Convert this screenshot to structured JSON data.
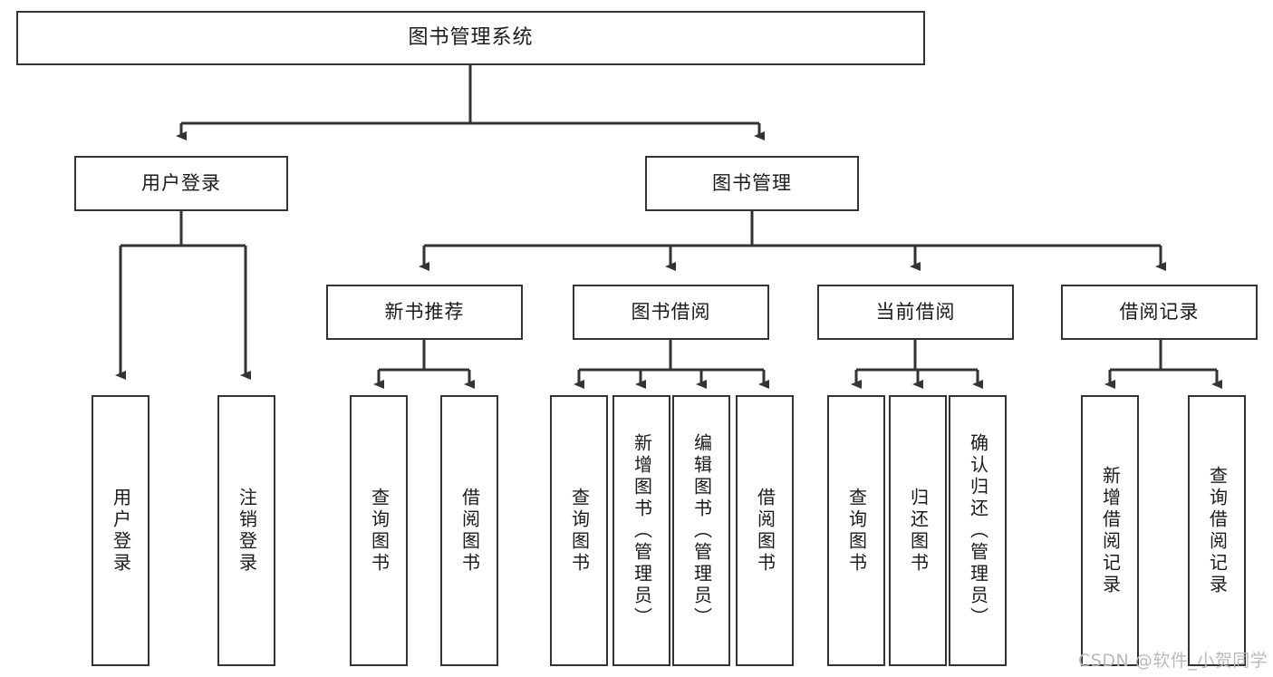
{
  "diagram": {
    "title": "图书管理系统",
    "type": "tree",
    "watermark": "CSDN @软件_小贺同学",
    "colors": {
      "box_border": "#333333",
      "box_fill": "#ffffff",
      "connector": "#333333",
      "text": "#1a1a1a",
      "watermark": "#b9b9b9",
      "background": "#ffffff"
    },
    "nodes": {
      "root": {
        "label": "图书管理系统",
        "level": 0
      },
      "level1": [
        {
          "id": "user-login",
          "label": "用户登录"
        },
        {
          "id": "book-manage",
          "label": "图书管理"
        }
      ],
      "level2": [
        {
          "id": "new-book-recommend",
          "label": "新书推荐",
          "parent": "book-manage"
        },
        {
          "id": "book-borrow",
          "label": "图书借阅",
          "parent": "book-manage"
        },
        {
          "id": "current-borrow",
          "label": "当前借阅",
          "parent": "book-manage"
        },
        {
          "id": "borrow-record",
          "label": "借阅记录",
          "parent": "book-manage"
        }
      ],
      "leaves": [
        {
          "id": "leaf-user-login",
          "label": "用户登录",
          "parent": "user-login"
        },
        {
          "id": "leaf-logout-login",
          "label": "注销登录",
          "parent": "user-login"
        },
        {
          "id": "leaf-query-book-1",
          "label": "查询图书",
          "parent": "new-book-recommend"
        },
        {
          "id": "leaf-borrow-book-1",
          "label": "借阅图书",
          "parent": "new-book-recommend"
        },
        {
          "id": "leaf-query-book-2",
          "label": "查询图书",
          "parent": "book-borrow"
        },
        {
          "id": "leaf-add-book",
          "label": "新增图书（管理员）",
          "parent": "book-borrow"
        },
        {
          "id": "leaf-edit-book",
          "label": "编辑图书（管理员）",
          "parent": "book-borrow"
        },
        {
          "id": "leaf-borrow-book-2",
          "label": "借阅图书",
          "parent": "book-borrow"
        },
        {
          "id": "leaf-query-book-3",
          "label": "查询图书",
          "parent": "current-borrow"
        },
        {
          "id": "leaf-return-book",
          "label": "归还图书",
          "parent": "current-borrow"
        },
        {
          "id": "leaf-confirm-return",
          "label": "确认归还（管理员）",
          "parent": "current-borrow"
        },
        {
          "id": "leaf-add-record",
          "label": "新增借阅记录",
          "parent": "borrow-record"
        },
        {
          "id": "leaf-query-record",
          "label": "查询借阅记录",
          "parent": "borrow-record"
        }
      ]
    }
  }
}
